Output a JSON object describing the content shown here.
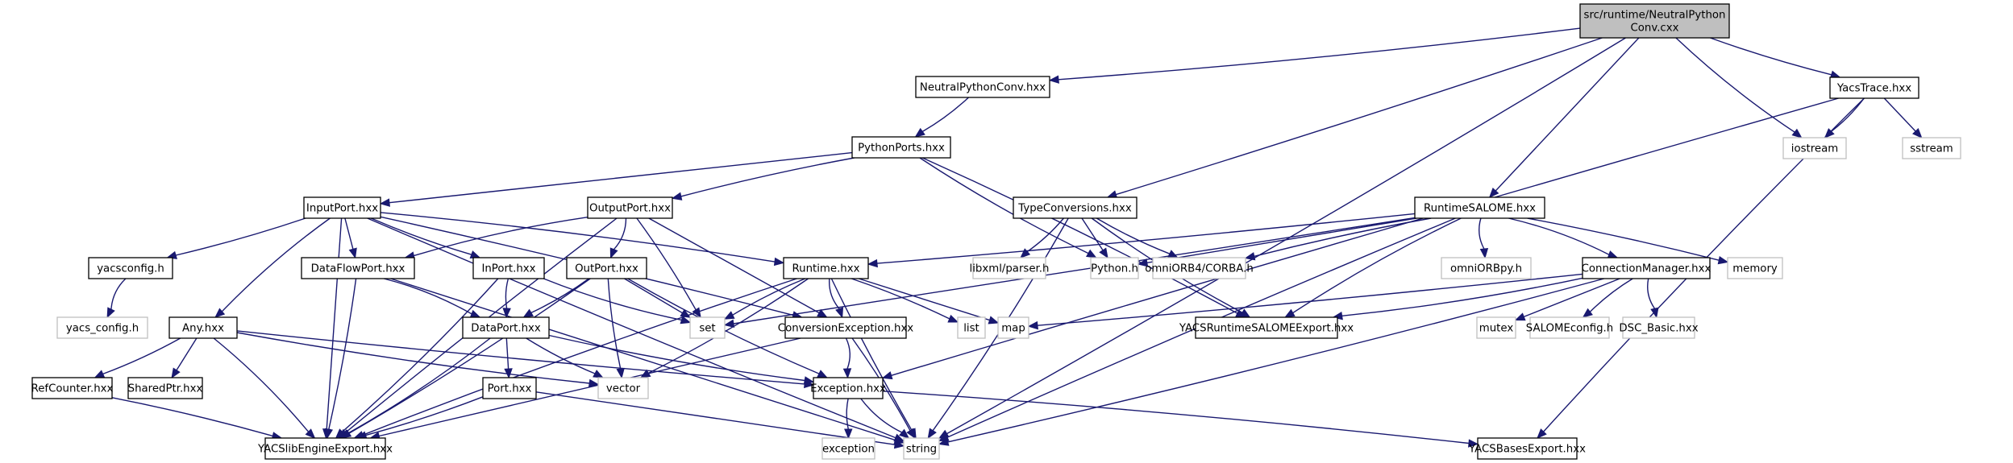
{
  "graph": {
    "title": "Include dependency graph for src/runtime/NeutralPythonConv.cxx",
    "colors": {
      "edge": "#191970",
      "root_fill": "#bfbfbf",
      "internal_border": "#000000",
      "external_border": "#bfbfbf"
    },
    "nodes": [
      {
        "id": "root",
        "label": [
          "src/runtime/NeutralPython",
          "Conv.cxx"
        ],
        "kind": "root"
      },
      {
        "id": "neutralpythonconv",
        "label": [
          "NeutralPythonConv.hxx"
        ],
        "kind": "internal"
      },
      {
        "id": "typeconversions",
        "label": [
          "TypeConversions.hxx"
        ],
        "kind": "internal"
      },
      {
        "id": "runtimesalome",
        "label": [
          "RuntimeSALOME.hxx"
        ],
        "kind": "internal"
      },
      {
        "id": "yacstrace",
        "label": [
          "YacsTrace.hxx"
        ],
        "kind": "internal"
      },
      {
        "id": "iostream",
        "label": [
          "iostream"
        ],
        "kind": "external"
      },
      {
        "id": "sstream",
        "label": [
          "sstream"
        ],
        "kind": "external"
      },
      {
        "id": "pythonports",
        "label": [
          "PythonPorts.hxx"
        ],
        "kind": "internal"
      },
      {
        "id": "inputport",
        "label": [
          "InputPort.hxx"
        ],
        "kind": "internal"
      },
      {
        "id": "outputport",
        "label": [
          "OutputPort.hxx"
        ],
        "kind": "internal"
      },
      {
        "id": "yacsconfig",
        "label": [
          "yacsconfig.h"
        ],
        "kind": "internal"
      },
      {
        "id": "dataflowport",
        "label": [
          "DataFlowPort.hxx"
        ],
        "kind": "internal"
      },
      {
        "id": "inport",
        "label": [
          "InPort.hxx"
        ],
        "kind": "internal"
      },
      {
        "id": "outport",
        "label": [
          "OutPort.hxx"
        ],
        "kind": "internal"
      },
      {
        "id": "runtime",
        "label": [
          "Runtime.hxx"
        ],
        "kind": "internal"
      },
      {
        "id": "libxml",
        "label": [
          "libxml/parser.h"
        ],
        "kind": "external"
      },
      {
        "id": "pythonh",
        "label": [
          "Python.h"
        ],
        "kind": "external"
      },
      {
        "id": "corba",
        "label": [
          "omniORB4/CORBA.h"
        ],
        "kind": "external"
      },
      {
        "id": "omniorbpy",
        "label": [
          "omniORBpy.h"
        ],
        "kind": "external"
      },
      {
        "id": "connectionmanager",
        "label": [
          "ConnectionManager.hxx"
        ],
        "kind": "internal"
      },
      {
        "id": "memory",
        "label": [
          "memory"
        ],
        "kind": "external"
      },
      {
        "id": "yacs_config",
        "label": [
          "yacs_config.h"
        ],
        "kind": "external"
      },
      {
        "id": "any",
        "label": [
          "Any.hxx"
        ],
        "kind": "internal"
      },
      {
        "id": "dataport",
        "label": [
          "DataPort.hxx"
        ],
        "kind": "internal"
      },
      {
        "id": "set",
        "label": [
          "set"
        ],
        "kind": "external"
      },
      {
        "id": "conversionexception",
        "label": [
          "ConversionException.hxx"
        ],
        "kind": "internal"
      },
      {
        "id": "list",
        "label": [
          "list"
        ],
        "kind": "external"
      },
      {
        "id": "map",
        "label": [
          "map"
        ],
        "kind": "external"
      },
      {
        "id": "yacsruntimesalomeexport",
        "label": [
          "YACSRuntimeSALOMEExport.hxx"
        ],
        "kind": "internal"
      },
      {
        "id": "mutex",
        "label": [
          "mutex"
        ],
        "kind": "external"
      },
      {
        "id": "salomeconfig",
        "label": [
          "SALOMEconfig.h"
        ],
        "kind": "external"
      },
      {
        "id": "dscbasic",
        "label": [
          "DSC_Basic.hxx"
        ],
        "kind": "external"
      },
      {
        "id": "refcounter",
        "label": [
          "RefCounter.hxx"
        ],
        "kind": "internal"
      },
      {
        "id": "sharedptr",
        "label": [
          "SharedPtr.hxx"
        ],
        "kind": "internal"
      },
      {
        "id": "port",
        "label": [
          "Port.hxx"
        ],
        "kind": "internal"
      },
      {
        "id": "vector",
        "label": [
          "vector"
        ],
        "kind": "external"
      },
      {
        "id": "exception_hxx",
        "label": [
          "Exception.hxx"
        ],
        "kind": "internal"
      },
      {
        "id": "yacslibengineexport",
        "label": [
          "YACSlibEngineExport.hxx"
        ],
        "kind": "internal"
      },
      {
        "id": "exception",
        "label": [
          "exception"
        ],
        "kind": "external"
      },
      {
        "id": "string",
        "label": [
          "string"
        ],
        "kind": "external"
      },
      {
        "id": "yacsbasesexport",
        "label": [
          "YACSBasesExport.hxx"
        ],
        "kind": "internal"
      }
    ],
    "edges": [
      [
        "root",
        "neutralpythonconv"
      ],
      [
        "root",
        "typeconversions"
      ],
      [
        "root",
        "runtimesalome"
      ],
      [
        "root",
        "yacstrace"
      ],
      [
        "root",
        "iostream"
      ],
      [
        "root",
        "string"
      ],
      [
        "neutralpythonconv",
        "pythonports"
      ],
      [
        "pythonports",
        "inputport"
      ],
      [
        "pythonports",
        "outputport"
      ],
      [
        "pythonports",
        "pythonh"
      ],
      [
        "pythonports",
        "yacsruntimesalomeexport"
      ],
      [
        "inputport",
        "yacsconfig"
      ],
      [
        "inputport",
        "dataflowport"
      ],
      [
        "inputport",
        "inport"
      ],
      [
        "inputport",
        "any"
      ],
      [
        "inputport",
        "runtime"
      ],
      [
        "inputport",
        "conversionexception"
      ],
      [
        "inputport",
        "yacslibengineexport"
      ],
      [
        "inputport",
        "string"
      ],
      [
        "outputport",
        "dataflowport"
      ],
      [
        "outputport",
        "outport"
      ],
      [
        "outputport",
        "set"
      ],
      [
        "outputport",
        "conversionexception"
      ],
      [
        "outputport",
        "yacslibengineexport"
      ],
      [
        "yacsconfig",
        "yacs_config"
      ],
      [
        "dataflowport",
        "dataport"
      ],
      [
        "dataflowport",
        "yacslibengineexport"
      ],
      [
        "dataflowport",
        "string"
      ],
      [
        "inport",
        "dataport"
      ],
      [
        "inport",
        "set"
      ],
      [
        "inport",
        "yacslibengineexport"
      ],
      [
        "outport",
        "dataport"
      ],
      [
        "outport",
        "set"
      ],
      [
        "outport",
        "vector"
      ],
      [
        "outport",
        "exception_hxx"
      ],
      [
        "outport",
        "yacslibengineexport"
      ],
      [
        "any",
        "refcounter"
      ],
      [
        "any",
        "sharedptr"
      ],
      [
        "any",
        "exception_hxx"
      ],
      [
        "any",
        "vector"
      ],
      [
        "any",
        "yacslibengineexport"
      ],
      [
        "refcounter",
        "yacslibengineexport"
      ],
      [
        "dataport",
        "port"
      ],
      [
        "dataport",
        "vector"
      ],
      [
        "dataport",
        "exception_hxx"
      ],
      [
        "dataport",
        "yacslibengineexport"
      ],
      [
        "port",
        "yacslibengineexport"
      ],
      [
        "port",
        "string"
      ],
      [
        "runtime",
        "set"
      ],
      [
        "runtime",
        "conversionexception"
      ],
      [
        "runtime",
        "vector"
      ],
      [
        "runtime",
        "list"
      ],
      [
        "runtime",
        "map"
      ],
      [
        "runtime",
        "string"
      ],
      [
        "runtime",
        "yacslibengineexport"
      ],
      [
        "conversionexception",
        "exception_hxx"
      ],
      [
        "conversionexception",
        "string"
      ],
      [
        "conversionexception",
        "yacslibengineexport"
      ],
      [
        "exception_hxx",
        "exception"
      ],
      [
        "exception_hxx",
        "string"
      ],
      [
        "exception_hxx",
        "yacsbasesexport"
      ],
      [
        "typeconversions",
        "libxml"
      ],
      [
        "typeconversions",
        "pythonh"
      ],
      [
        "typeconversions",
        "corba"
      ],
      [
        "typeconversions",
        "yacsruntimesalomeexport"
      ],
      [
        "typeconversions",
        "string"
      ],
      [
        "runtimesalome",
        "runtime"
      ],
      [
        "runtimesalome",
        "pythonh"
      ],
      [
        "runtimesalome",
        "corba"
      ],
      [
        "runtimesalome",
        "omniorbpy"
      ],
      [
        "runtimesalome",
        "connectionmanager"
      ],
      [
        "runtimesalome",
        "memory"
      ],
      [
        "runtimesalome",
        "set"
      ],
      [
        "runtimesalome",
        "string"
      ],
      [
        "runtimesalome",
        "yacsruntimesalomeexport"
      ],
      [
        "connectionmanager",
        "yacsruntimesalomeexport"
      ],
      [
        "connectionmanager",
        "map"
      ],
      [
        "connectionmanager",
        "mutex"
      ],
      [
        "connectionmanager",
        "salomeconfig"
      ],
      [
        "connectionmanager",
        "dscbasic"
      ],
      [
        "connectionmanager",
        "string"
      ],
      [
        "yacstrace",
        "iostream"
      ],
      [
        "yacstrace",
        "sstream"
      ],
      [
        "yacstrace",
        "exception_hxx"
      ],
      [
        "yacstrace",
        "yacsbasesexport"
      ]
    ]
  }
}
